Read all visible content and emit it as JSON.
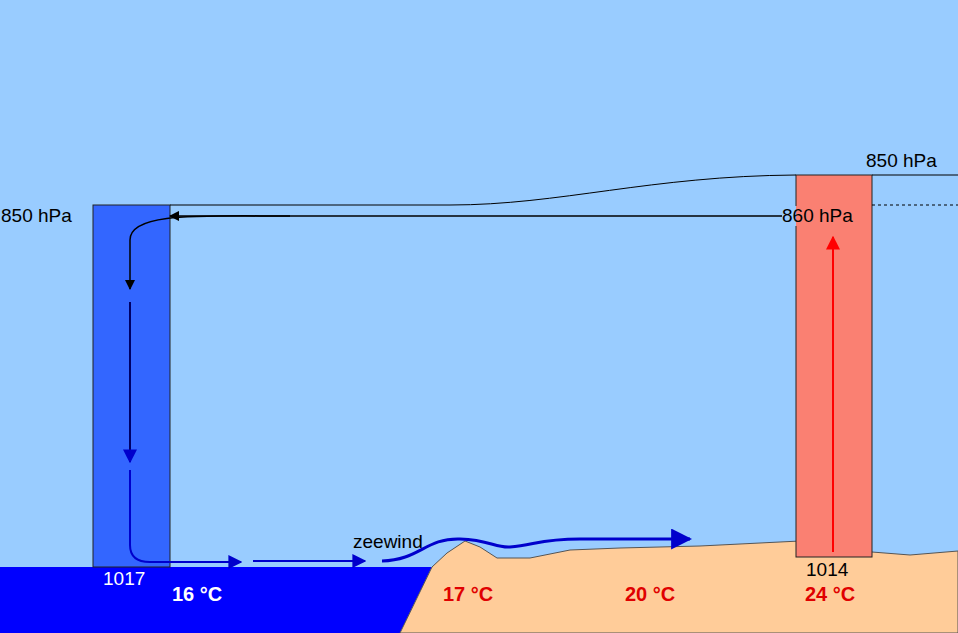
{
  "diagram": {
    "nodes": [
      {
        "text": [
          "1017"
        ]
      },
      {
        "text": [
          "1014"
        ]
      }
    ],
    "edges": [
      {
        "from": 1,
        "to": 0,
        "arrow": "to"
      }
    ],
    "labels": [
      "850 hPa",
      "850 hPa",
      "860 hPa",
      "zeewind",
      "16 °C",
      "17 °C",
      "20 °C",
      "24 °C"
    ]
  }
}
